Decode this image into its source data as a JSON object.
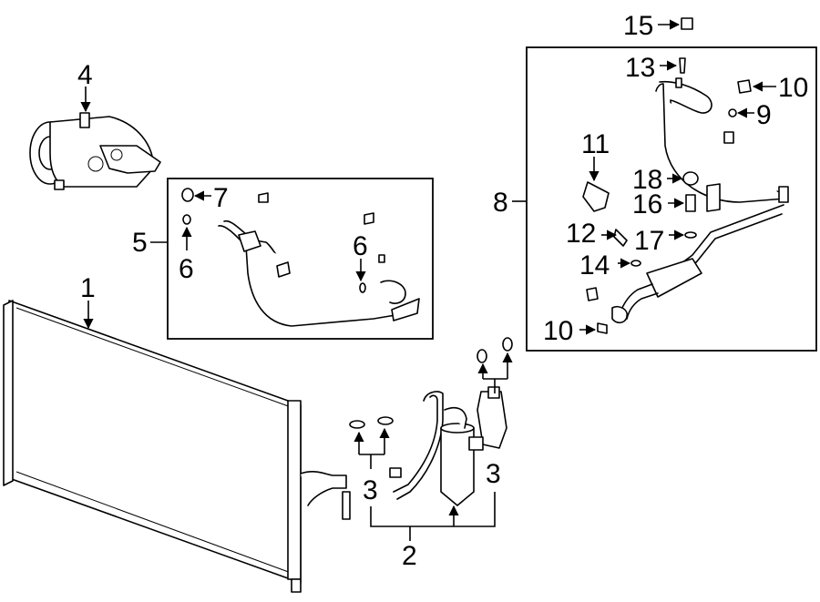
{
  "diagram": {
    "callouts": {
      "c1": "1",
      "c2": "2",
      "c3a": "3",
      "c3b": "3",
      "c4": "4",
      "c5": "5",
      "c6a": "6",
      "c6b": "6",
      "c7": "7",
      "c8": "8",
      "c9": "9",
      "c10a": "10",
      "c10b": "10",
      "c11": "11",
      "c12": "12",
      "c13": "13",
      "c14": "14",
      "c15": "15",
      "c16": "16",
      "c17": "17",
      "c18": "18"
    }
  }
}
